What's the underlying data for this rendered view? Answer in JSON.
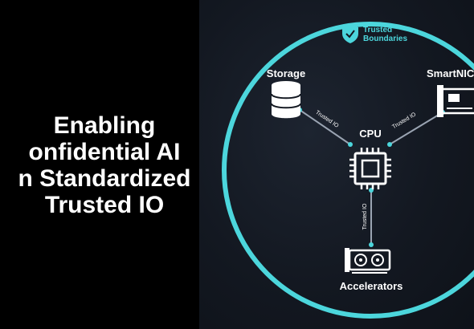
{
  "slide": {
    "title_lines": [
      "Enabling",
      "onfidential AI",
      "n Standardized",
      "Trusted IO"
    ]
  },
  "diagram": {
    "badge_label_line1": "Trusted",
    "badge_label_line2": "Boundaries",
    "nodes": {
      "storage": "Storage",
      "smartnic": "SmartNIC",
      "cpu": "CPU",
      "accelerators": "Accelerators"
    },
    "links": {
      "storage_cpu": "Trusted IO",
      "smartnic_cpu": "Trusted IO",
      "cpu_accelerators": "Trusted IO"
    },
    "colors": {
      "boundary": "#4cd6dc",
      "link": "#9aa4b2",
      "accent": "#4cd6dc",
      "text": "#ffffff"
    }
  }
}
